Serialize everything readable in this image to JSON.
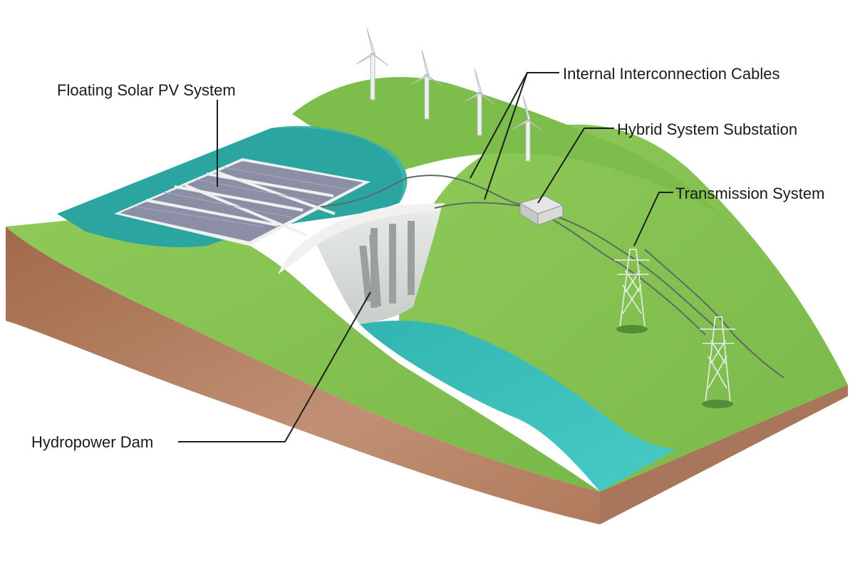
{
  "labels": {
    "solar": "Floating Solar PV System",
    "cables": "Internal Interconnection Cables",
    "substation": "Hybrid System Substation",
    "transmission": "Transmission System",
    "dam": "Hydropower Dam"
  },
  "colors": {
    "grass": "#86c24f",
    "grass_dark": "#6fae3f",
    "soil": "#b98566",
    "reservoir": "#2aa5a0",
    "river": "#3dc2bd",
    "dam_concrete": "#d8dcd8",
    "solar_panel": "#8b8fa6"
  }
}
